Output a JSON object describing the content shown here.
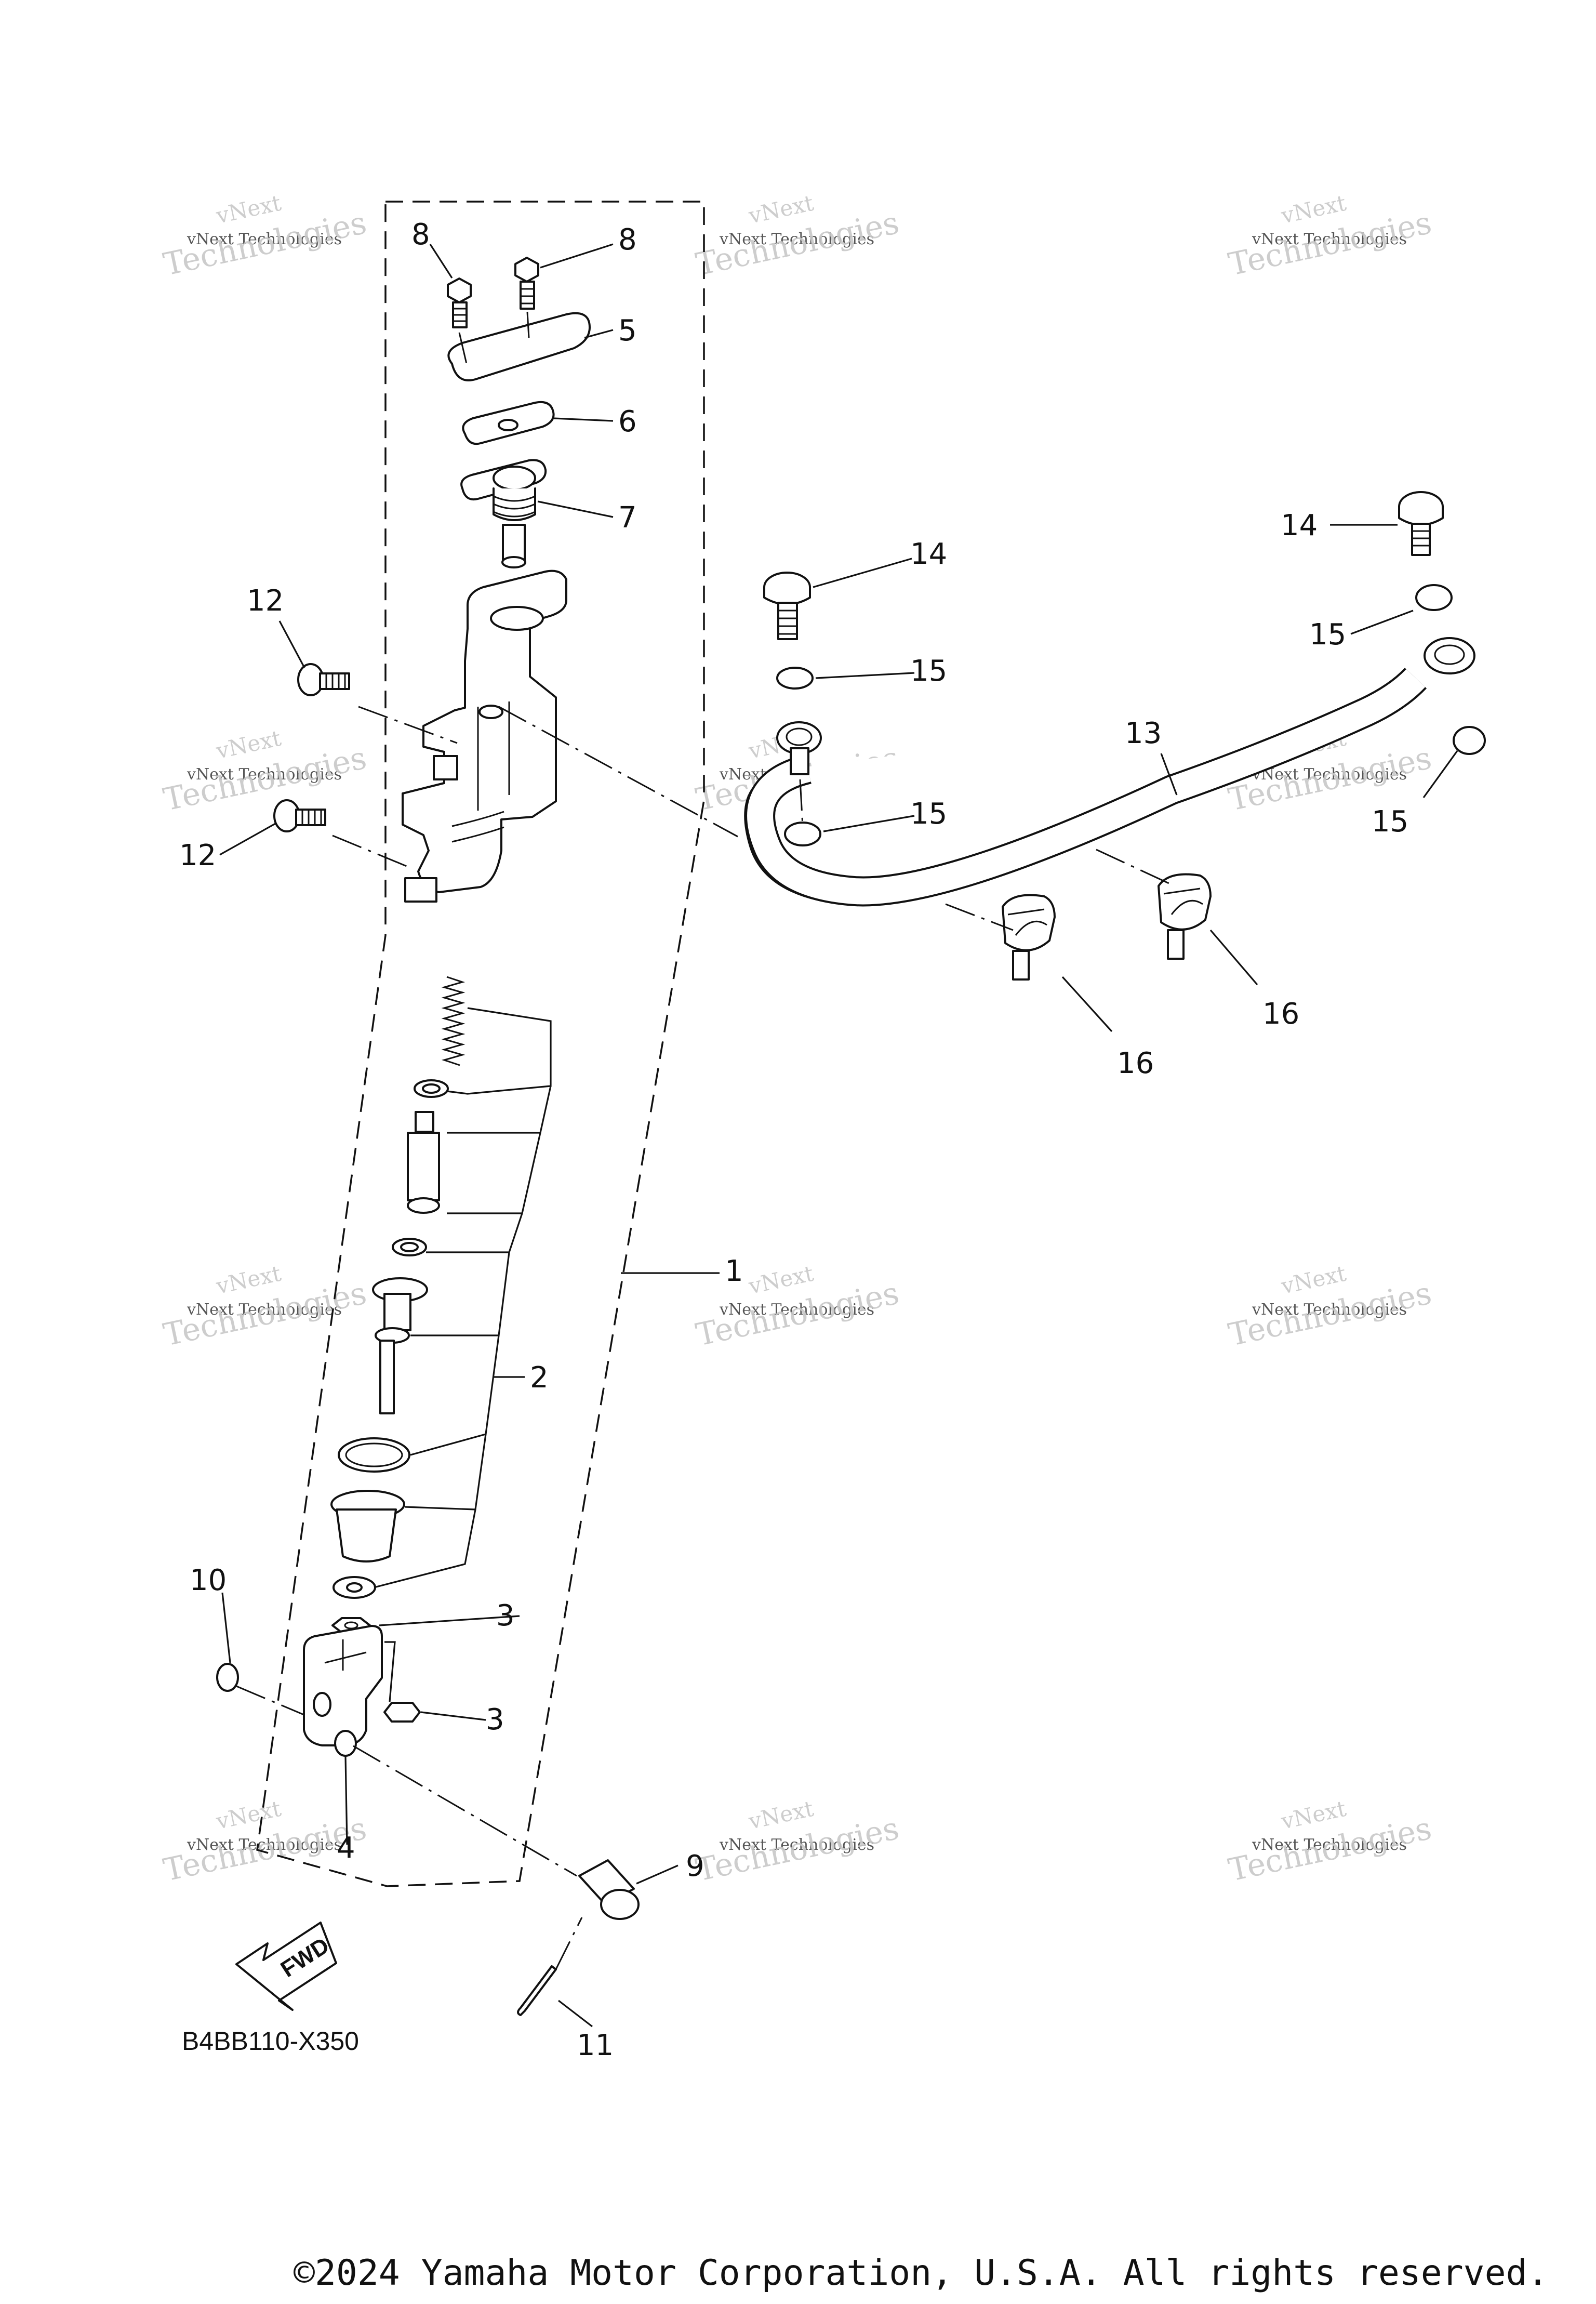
{
  "diagram": {
    "callouts": [
      "1",
      "2",
      "3",
      "3",
      "4",
      "5",
      "6",
      "7",
      "8",
      "8",
      "9",
      "10",
      "11",
      "12",
      "12",
      "13",
      "14",
      "14",
      "15",
      "15",
      "15",
      "15",
      "16",
      "16"
    ],
    "diagram_code": "B4BB110-X350",
    "fwd_label": "FWD",
    "watermark": {
      "line1": "vNext",
      "line2": "vNext Technologies",
      "line3": "Technologies"
    }
  },
  "footer": {
    "copyright": "©2024 Yamaha Motor Corporation, U.S.A. All rights reserved."
  }
}
